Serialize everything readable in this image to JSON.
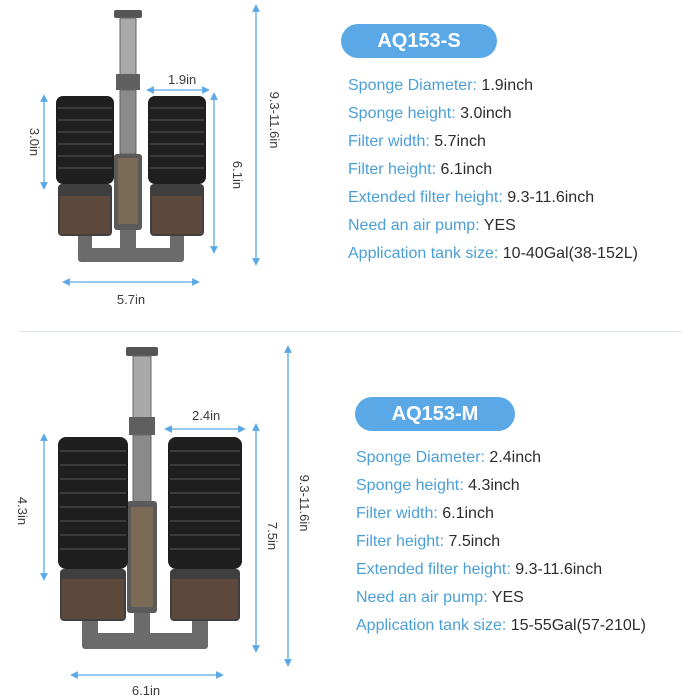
{
  "models": [
    {
      "model": "AQ153-S",
      "dims": {
        "sponge_diameter": "1.9in",
        "sponge_height": "3.0in",
        "filter_height": "6.1in",
        "extended_height": "9.3-11.6in",
        "filter_width": "5.7in"
      },
      "specs": [
        {
          "label": "Sponge Diameter:",
          "value": "1.9inch"
        },
        {
          "label": "Sponge height:",
          "value": "3.0inch"
        },
        {
          "label": "Filter width:",
          "value": "5.7inch"
        },
        {
          "label": "Filter height:",
          "value": "6.1inch"
        },
        {
          "label": "Extended filter height:",
          "value": "9.3-11.6inch"
        },
        {
          "label": "Need an air pump:",
          "value": "YES"
        },
        {
          "label": "Application tank size:",
          "value": "10-40Gal(38-152L)"
        }
      ]
    },
    {
      "model": "AQ153-M",
      "dims": {
        "sponge_diameter": "2.4in",
        "sponge_height": "4.3in",
        "filter_height": "7.5in",
        "extended_height": "9.3-11.6in",
        "filter_width": "6.1in"
      },
      "specs": [
        {
          "label": "Sponge Diameter:",
          "value": "2.4inch"
        },
        {
          "label": "Sponge height:",
          "value": "4.3inch"
        },
        {
          "label": "Filter width:",
          "value": "6.1inch"
        },
        {
          "label": "Filter height:",
          "value": "7.5inch"
        },
        {
          "label": "Extended filter height:",
          "value": "9.3-11.6inch"
        },
        {
          "label": "Need an air pump:",
          "value": "YES"
        },
        {
          "label": "Application tank size:",
          "value": "15-55Gal(57-210L)"
        }
      ]
    }
  ],
  "colors": {
    "accent": "#5aa9e6",
    "label": "#4a9fd8",
    "dimension_line": "#5aa9e6",
    "sponge": "#1f1f1f",
    "filter_body": "#6b6b6b"
  }
}
